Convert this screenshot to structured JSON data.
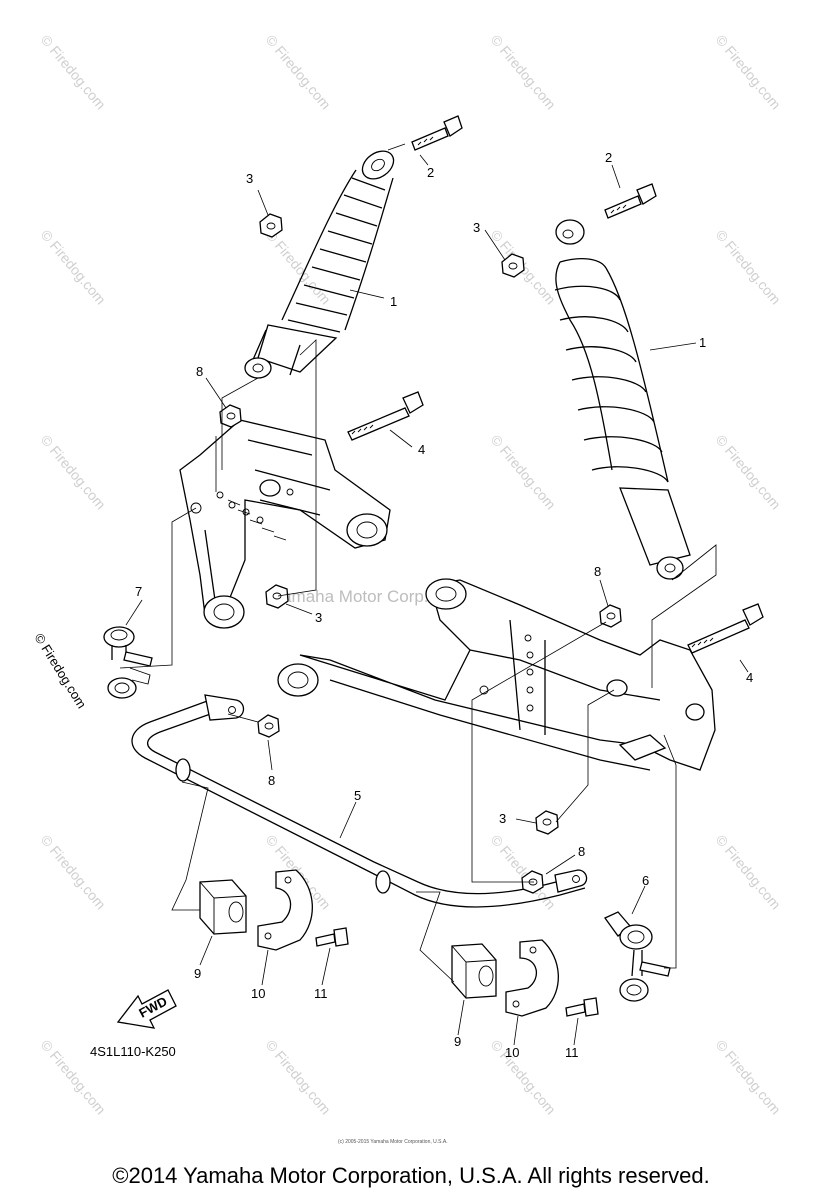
{
  "diagram_code": "4S1L110-K250",
  "fwd_label": "FWD",
  "copyright": "©2014 Yamaha Motor Corporation, U.S.A. All rights reserved.",
  "center_watermark": "Yamaha Motor Corp., U.S.A.",
  "side_watermark": "© Firedog.com",
  "tile_watermark": "© Firedog.com",
  "micro_text": "(c) 2005-2015 Yamaha Motor Corporation, U.S.A.",
  "callouts": {
    "c1a": "1",
    "c1b": "1",
    "c2a": "2",
    "c2b": "2",
    "c3a": "3",
    "c3b": "3",
    "c3c": "3",
    "c3d": "3",
    "c4a": "4",
    "c4b": "4",
    "c5": "5",
    "c6": "6",
    "c7": "7",
    "c8a": "8",
    "c8b": "8",
    "c8c": "8",
    "c8d": "8",
    "c9a": "9",
    "c9b": "9",
    "c10a": "10",
    "c10b": "10",
    "c11a": "11",
    "c11b": "11"
  }
}
